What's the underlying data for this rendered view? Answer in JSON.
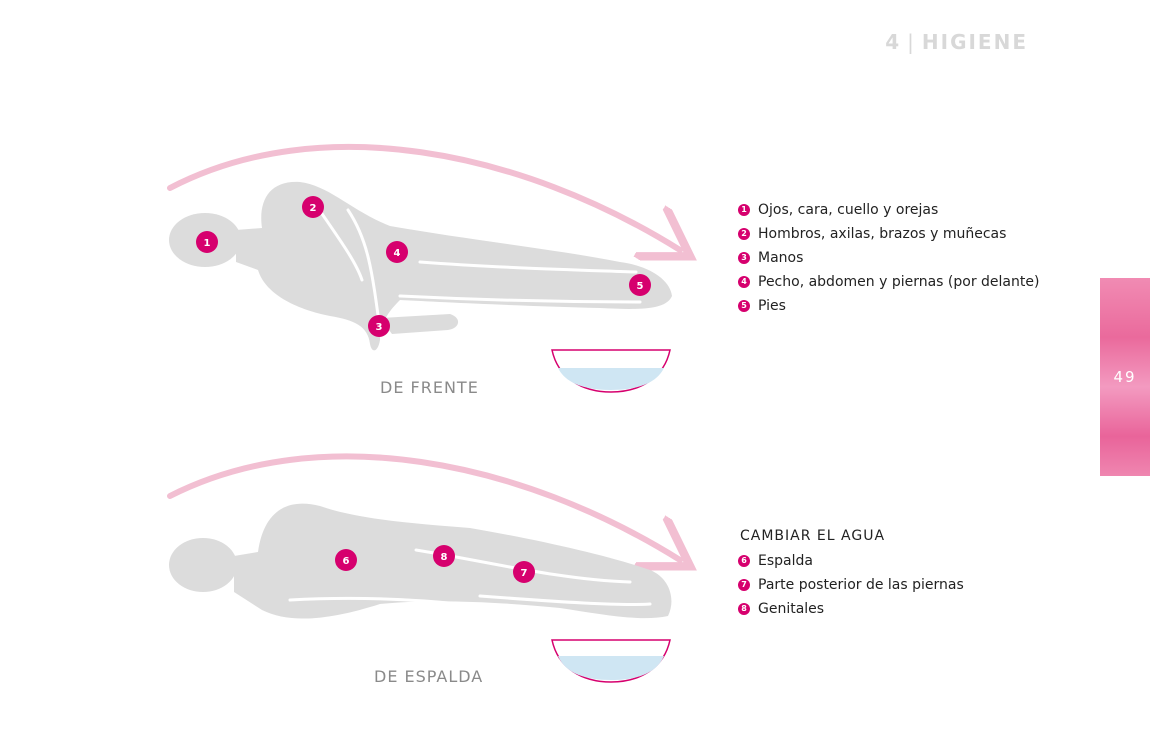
{
  "header": {
    "chapter_number": "4",
    "chapter_title": "HIGIENE"
  },
  "page_number": "49",
  "front": {
    "caption": "DE FRENTE",
    "markers": [
      "1",
      "2",
      "3",
      "4",
      "5"
    ],
    "legend": [
      {
        "num": "1",
        "text": "Ojos, cara, cuello y orejas"
      },
      {
        "num": "2",
        "text": "Hombros, axilas, brazos y muñecas"
      },
      {
        "num": "3",
        "text": "Manos"
      },
      {
        "num": "4",
        "text": "Pecho, abdomen y piernas (por delante)"
      },
      {
        "num": "5",
        "text": "Pies"
      }
    ]
  },
  "back": {
    "caption": "DE ESPALDA",
    "markers": [
      "6",
      "8",
      "7"
    ],
    "legend_title": "CAMBIAR EL AGUA",
    "legend": [
      {
        "num": "6",
        "text": "Espalda"
      },
      {
        "num": "7",
        "text": "Parte posterior de las piernas"
      },
      {
        "num": "8",
        "text": "Genitales"
      }
    ]
  },
  "colors": {
    "accent": "#d6006e",
    "arrow": "#f2bfd2",
    "body": "#dcdcdc",
    "water": "#cfe6f3",
    "tab": "#ee7aa8"
  }
}
